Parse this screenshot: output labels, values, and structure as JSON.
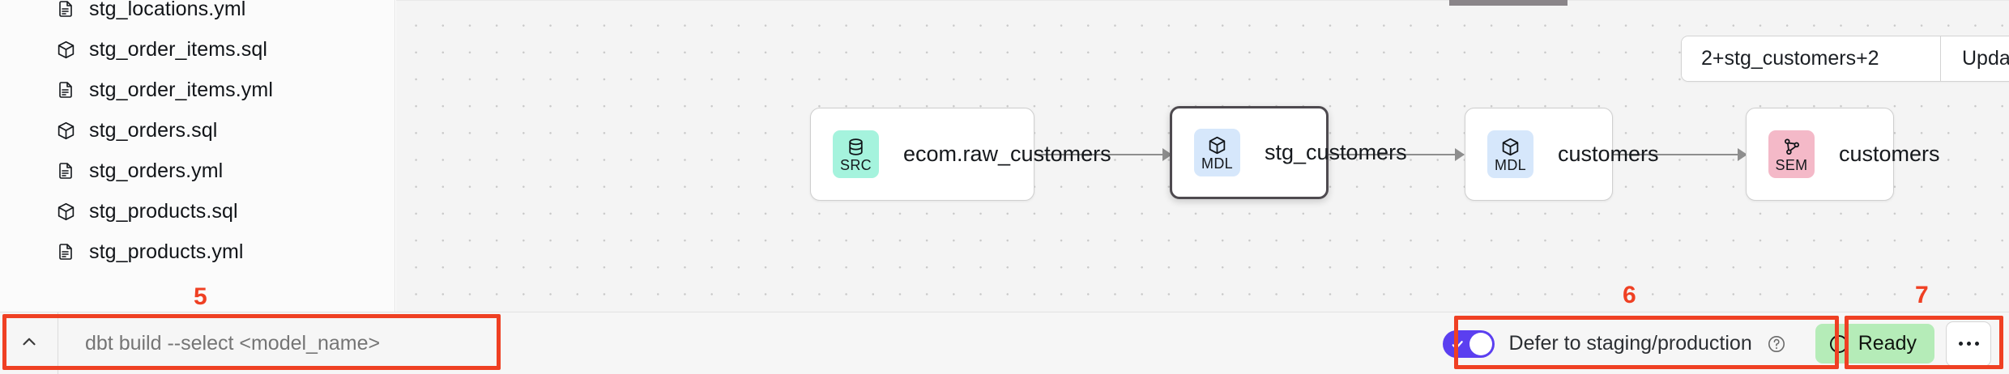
{
  "sidebar": {
    "files": [
      {
        "name": "stg_locations.yml",
        "icon": "yaml-file-icon"
      },
      {
        "name": "stg_order_items.sql",
        "icon": "sql-model-icon"
      },
      {
        "name": "stg_order_items.yml",
        "icon": "yaml-file-icon"
      },
      {
        "name": "stg_orders.sql",
        "icon": "sql-model-icon"
      },
      {
        "name": "stg_orders.yml",
        "icon": "yaml-file-icon"
      },
      {
        "name": "stg_products.sql",
        "icon": "sql-model-icon"
      },
      {
        "name": "stg_products.yml",
        "icon": "yaml-file-icon"
      }
    ]
  },
  "command_bar": {
    "collapse_icon": "chevron-up-icon",
    "placeholder": "dbt build --select <model_name>",
    "value": ""
  },
  "toolbar": {
    "selector_value": "2+stg_customers+2",
    "update_graph_label": "Update Graph",
    "fit_view_icon": "fit-view-icon",
    "refresh_icon": "refresh-icon"
  },
  "graph": {
    "nodes": [
      {
        "badge": "SRC",
        "badge_icon": "database-icon",
        "badge_color": "#a5f3dd",
        "label": "ecom.raw_customers",
        "selected": false
      },
      {
        "badge": "MDL",
        "badge_icon": "cube-icon",
        "badge_color": "#d6e7fb",
        "label": "stg_customers",
        "selected": true
      },
      {
        "badge": "MDL",
        "badge_icon": "cube-icon",
        "badge_color": "#d6e7fb",
        "label": "customers",
        "selected": false
      },
      {
        "badge": "SEM",
        "badge_icon": "semantic-graph-icon",
        "badge_color": "#f4b9c8",
        "label": "customers",
        "selected": false
      }
    ]
  },
  "status_bar": {
    "defer_toggle_on": true,
    "defer_label": "Defer to staging/production",
    "help_icon": "question-circle-icon",
    "status_label": "Ready",
    "status_color": "#b5ecb8",
    "status_icon": "status-ring-icon",
    "more_icon": "ellipsis-icon"
  },
  "annotations": [
    {
      "number": "5"
    },
    {
      "number": "6"
    },
    {
      "number": "7"
    }
  ],
  "colors": {
    "annotation": "#ef4023",
    "toggle_on": "#5b3ff0",
    "canvas_bg": "#f4f4f4"
  }
}
